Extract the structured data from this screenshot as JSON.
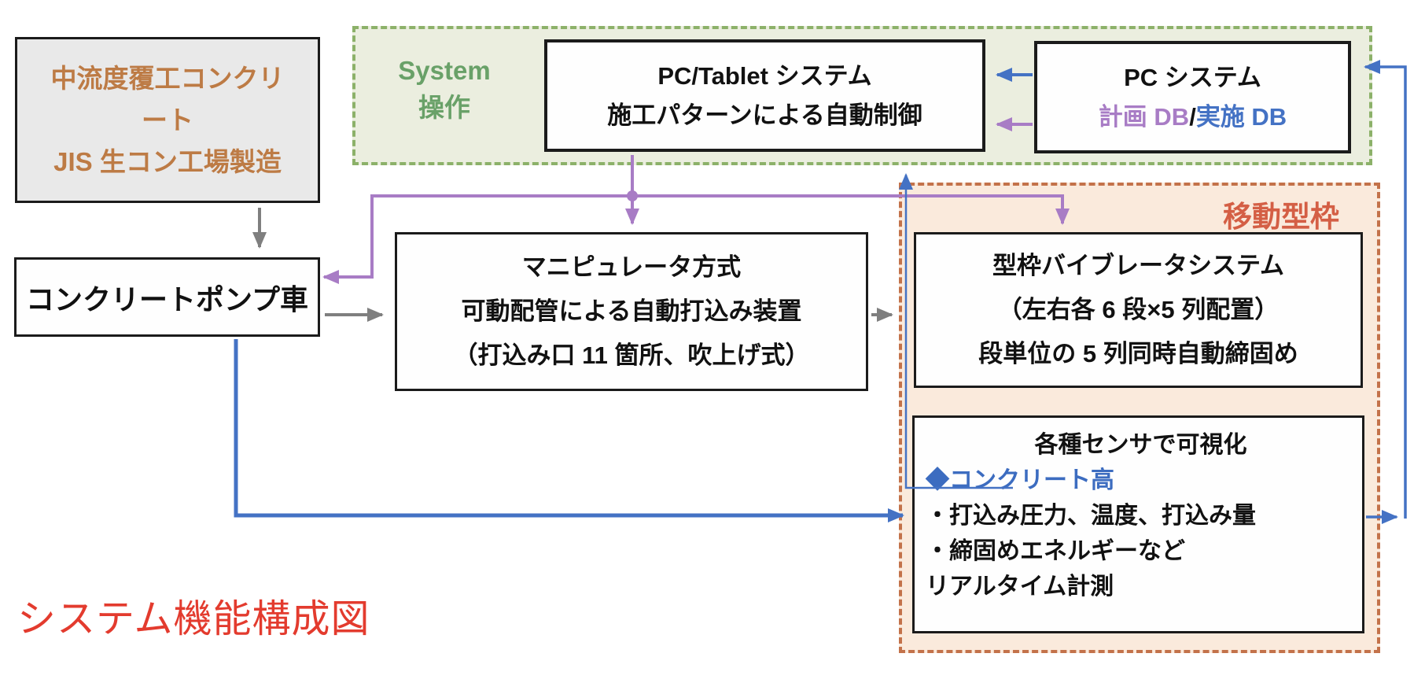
{
  "caption": "システム機能構成図",
  "palette": {
    "green_zone_border": "#8cb169",
    "green_zone_fill": "#ebeedf",
    "green_label_text": "#69a168",
    "orange_zone_border": "#c3724a",
    "orange_zone_fill": "#faeadc",
    "orange_label_text": "#d45f45",
    "source_text_brown": "#bd7b45",
    "arrow_purple": "#a87cc5",
    "arrow_blue": "#4472c4",
    "arrow_gray": "#7f7f7f",
    "caption_red": "#e33b2e"
  },
  "system_zone": {
    "label_top": "System",
    "label_bottom": "操作"
  },
  "form_zone": {
    "label": "移動型枠"
  },
  "boxes": {
    "source": {
      "line1": "中流度覆工コンクリ",
      "line2": "ート",
      "line3": "JIS 生コン工場製造"
    },
    "pc_tablet": {
      "line1": "PC/Tablet システム",
      "line2": "施工パターンによる自動制御"
    },
    "pc": {
      "title": "PC システム",
      "db_plan": "計画 DB",
      "db_separator": "/",
      "db_exec": "実施 DB"
    },
    "pump": {
      "label": "コンクリートポンプ車"
    },
    "manipulator": {
      "line1": "マニピュレータ方式",
      "line2": "可動配管による自動打込み装置",
      "line3": "（打込み口 11 箇所、吹上げ式）"
    },
    "vibrator": {
      "line1": "型枠バイブレータシステム",
      "line2": "（左右各 6 段×5 列配置）",
      "line3": "段単位の 5 列同時自動締固め"
    },
    "sensor": {
      "title": "各種センサで可視化",
      "item_concrete": "◆コンクリート高",
      "item_pressure": "・打込み圧力、温度、打込み量",
      "item_energy": "・締固めエネルギーなど",
      "item_realtime": "リアルタイム計測"
    }
  }
}
